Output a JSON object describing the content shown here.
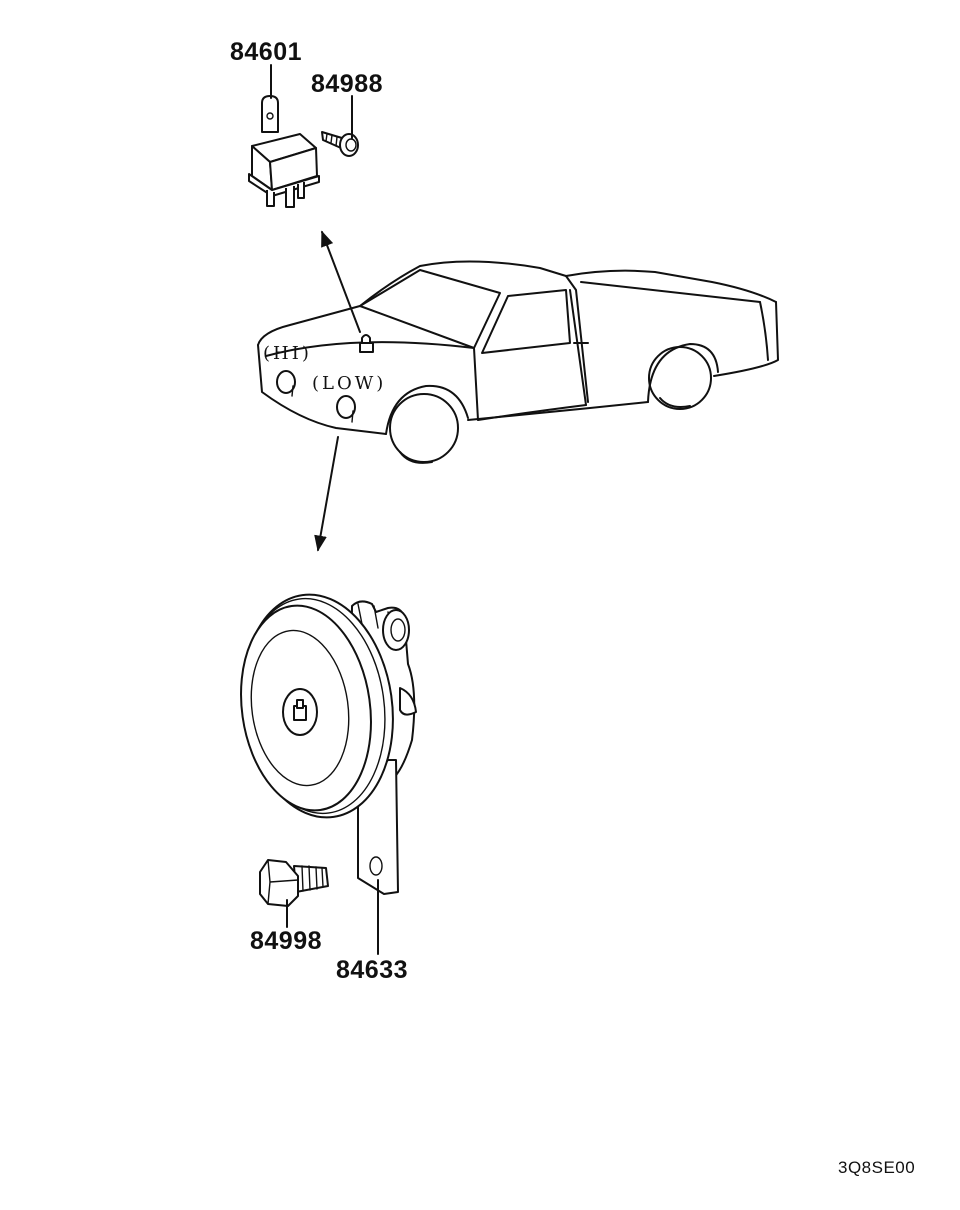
{
  "callouts": {
    "relay": "84601",
    "relay_screw": "84988",
    "horn_bolt": "84998",
    "horn": "84633"
  },
  "horn_positions": {
    "high": "(HI)",
    "low": "(LOW)"
  },
  "drawing_code": "3Q8SE00"
}
